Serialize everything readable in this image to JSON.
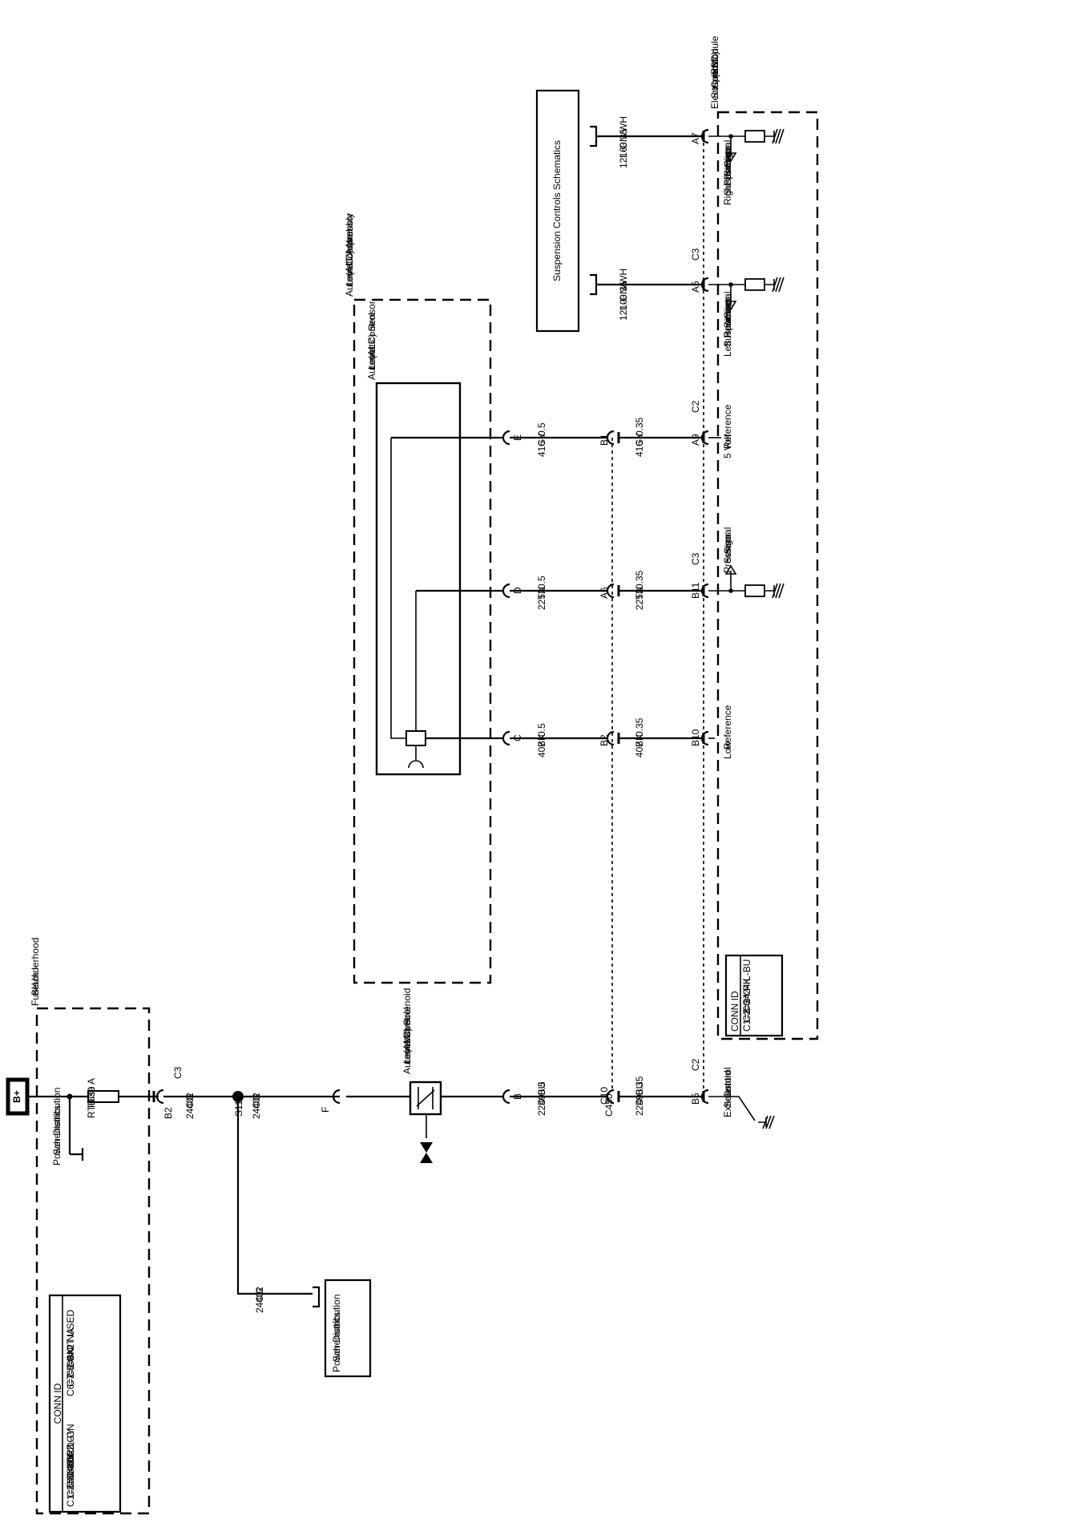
{
  "battery": {
    "label": "B+"
  },
  "fuse_block": {
    "title": "Fuse Block - Underhood",
    "fuse_label": "RTD Fuse 30 A",
    "power_distribution_label": "Power Distribution Schematics",
    "conn_id": {
      "title": "CONN ID",
      "col1": [
        "C1=68 L-GY",
        "C2=68 BK",
        "C3=32 RD",
        "C4=32 L-GN",
        "C5=2 GY"
      ],
      "col2": [
        "C6=2 L-GN",
        "C7=2 BK",
        "C8=NOT USED",
        "C9=2 NA"
      ]
    }
  },
  "feed": {
    "pin_b2": "B2",
    "conn_c3": "C3",
    "wire1": [
      "2440",
      "OG",
      "2"
    ],
    "splice": "S112",
    "wire2": [
      "2440",
      "OG",
      "2"
    ],
    "wire_branch": [
      "2440",
      "OG",
      "2"
    ],
    "power_distribution_label": "Power Distribution Schematics"
  },
  "compressor": {
    "title": "Automatic Level Control (ALC) Air Compressor Assembly",
    "sensor_title": "Automatic Level Control (ALC) Sensor",
    "solenoid_title": "Automatic Level Control (ALC) Solenoid Valve",
    "pin_f": "F",
    "pins": [
      "B",
      "C",
      "D",
      "E"
    ]
  },
  "inline_connector": {
    "name": "C450",
    "pins": [
      "C10",
      "B2",
      "A6",
      "B1"
    ]
  },
  "harness_wires": {
    "upper": [
      [
        "2249",
        "D-BU",
        "0.5"
      ],
      [
        "407",
        "BK",
        "0.5"
      ],
      [
        "2252",
        "TN",
        "0.5"
      ],
      [
        "416",
        "GY",
        "0.5"
      ]
    ],
    "lower": [
      [
        "2249",
        "D-BU",
        "0.35"
      ],
      [
        "407",
        "BK",
        "0.35"
      ],
      [
        "2252",
        "TN",
        "0.35"
      ],
      [
        "416",
        "GY",
        "0.35"
      ],
      [
        "1210",
        "L-GN/WH",
        "0.35"
      ],
      [
        "1216",
        "L-GN/WH",
        "0.35"
      ]
    ]
  },
  "suspension_controls": {
    "label": "Suspension Controls Schematics"
  },
  "esc_module": {
    "title": "Electronic Suspension Control (ESC) Module",
    "pins": [
      "B5",
      "B10",
      "B11",
      "A9",
      "A5",
      "A7"
    ],
    "connectors": [
      "C2",
      "C3",
      "C2",
      "C3"
    ],
    "circuits": [
      "Exhaust Solenoid Control",
      "Low Reference",
      "Pressure Sensor Signal",
      "5 Volt Reference",
      "Left Rear Suspension Position Sensor Signal",
      "Right Rear Suspension Position Sensor Signal"
    ],
    "conn_id": {
      "title": "CONN ID",
      "lines": [
        "C1=8 GY",
        "C2=24 PK",
        "C3=24 L-BU"
      ]
    }
  }
}
